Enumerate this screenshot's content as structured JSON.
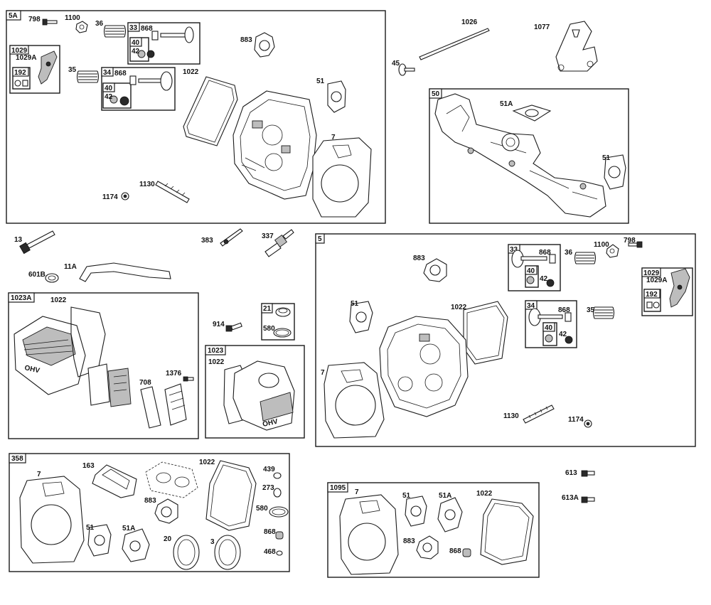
{
  "groups": {
    "g5a": "5A",
    "g50": "50",
    "g5": "5",
    "g1023a": "1023A",
    "g1023": "1023",
    "g358": "358",
    "g1095": "1095",
    "g21": "21",
    "g33a": "33",
    "g34a": "34",
    "g40a": "40",
    "g40b": "40",
    "g1029a": "1029",
    "g192a": "192",
    "g33b": "33",
    "g34b": "34",
    "g40c": "40",
    "g40d": "40",
    "g1029b": "1029",
    "g192b": "192"
  },
  "labels": {
    "l798a": "798",
    "l1100a": "1100",
    "l36a": "36",
    "l868a": "868",
    "l42a": "42",
    "l1029Aa": "1029A",
    "l35a": "35",
    "l868b": "868",
    "l42b": "42",
    "l883a": "883",
    "l1022a": "1022",
    "l51a": "51",
    "l7a": "7",
    "l1130a": "1130",
    "l1174a": "1174",
    "l1026": "1026",
    "l1077": "1077",
    "l45": "45",
    "l51Ab": "51A",
    "l51b": "51",
    "l13": "13",
    "l11A": "11A",
    "l601B": "601B",
    "l383": "383",
    "l337": "337",
    "l1022b": "1022",
    "l708": "708",
    "l1376": "1376",
    "l914": "914",
    "l580a": "580",
    "l1022c": "1022",
    "l883c": "883",
    "l51c": "51",
    "l1022d": "1022",
    "l7c": "7",
    "l868c": "868",
    "l42c": "42",
    "l36c": "36",
    "l1100c": "1100",
    "l798c": "798",
    "l1029Ac": "1029A",
    "l868d": "868",
    "l35c": "35",
    "l42d": "42",
    "l1130c": "1130",
    "l1174c": "1174",
    "l7d": "7",
    "l163": "163",
    "l1022e": "1022",
    "l439": "439",
    "l273": "273",
    "l883d": "883",
    "l580d": "580",
    "l51d": "51",
    "l51Ad": "51A",
    "l20": "20",
    "l3": "3",
    "l868e": "868",
    "l468": "468",
    "l613": "613",
    "l613A": "613A",
    "l7e": "7",
    "l51e": "51",
    "l51Ae": "51A",
    "l1022f": "1022",
    "l883e": "883",
    "l868f": "868"
  },
  "logo_text": {
    "ohv_a": "OHV",
    "ohv_b": "OHV"
  }
}
